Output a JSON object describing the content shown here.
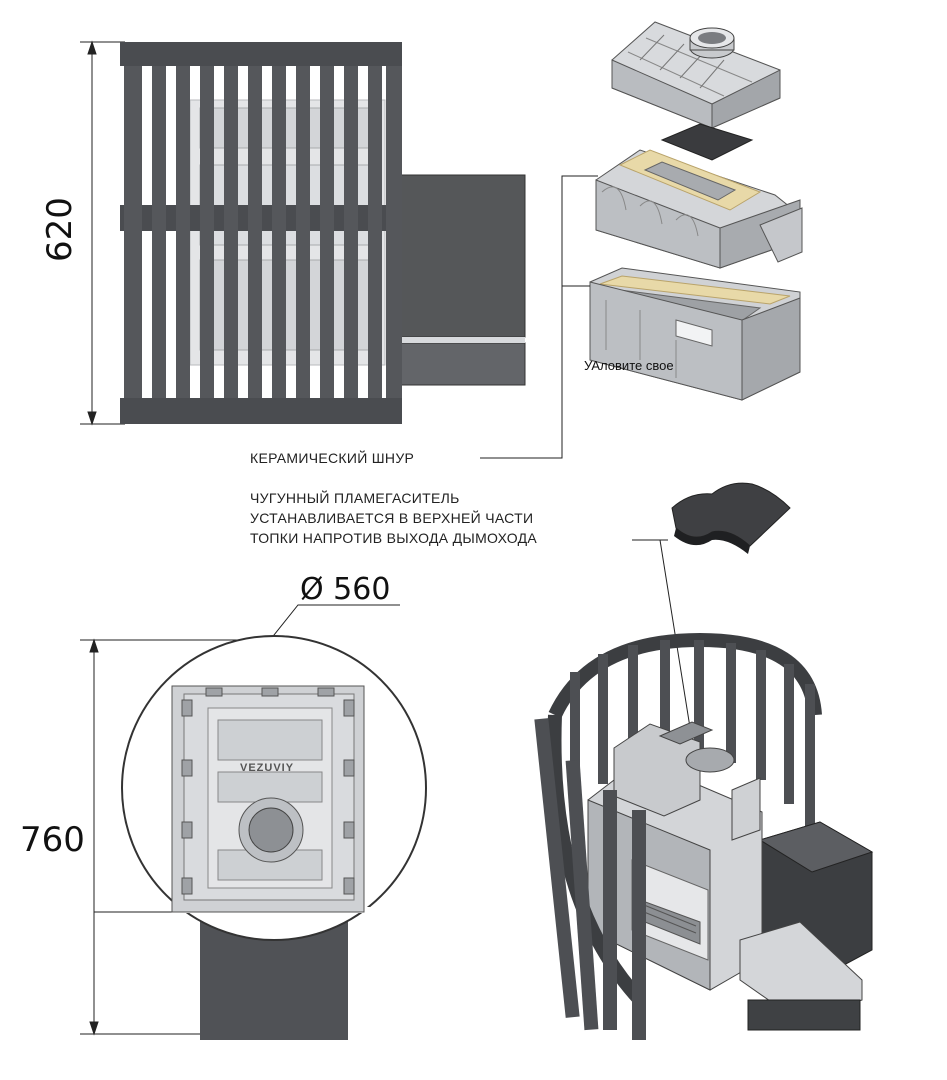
{
  "dimensions": {
    "height_top_view": "620",
    "diameter": "Ø 560",
    "height_bottom_view": "760"
  },
  "callouts": {
    "ceramic_cord": "КЕРАМИЧЕСКИЙ ШНУР",
    "flame_arrester_line1": "ЧУГУННЫЙ ПЛАМЕГАСИТЕЛЬ",
    "flame_arrester_line2": "УСТАНАВЛИВАЕТСЯ В ВЕРХНЕЙ ЧАСТИ",
    "flame_arrester_line3": "ТОПКИ НАПРОТИВ ВЫХОДА ДЫМОХОДА",
    "overlay_text": "УАловите свое"
  },
  "emblem_text": "VEZUVIY",
  "colors": {
    "steel_dark": "#4a4c50",
    "steel_mid": "#6b6e73",
    "iron_light": "#d8dadd",
    "iron_shadow": "#a3a6aa",
    "cord_gold": "#d8c07a",
    "line": "#222222"
  }
}
